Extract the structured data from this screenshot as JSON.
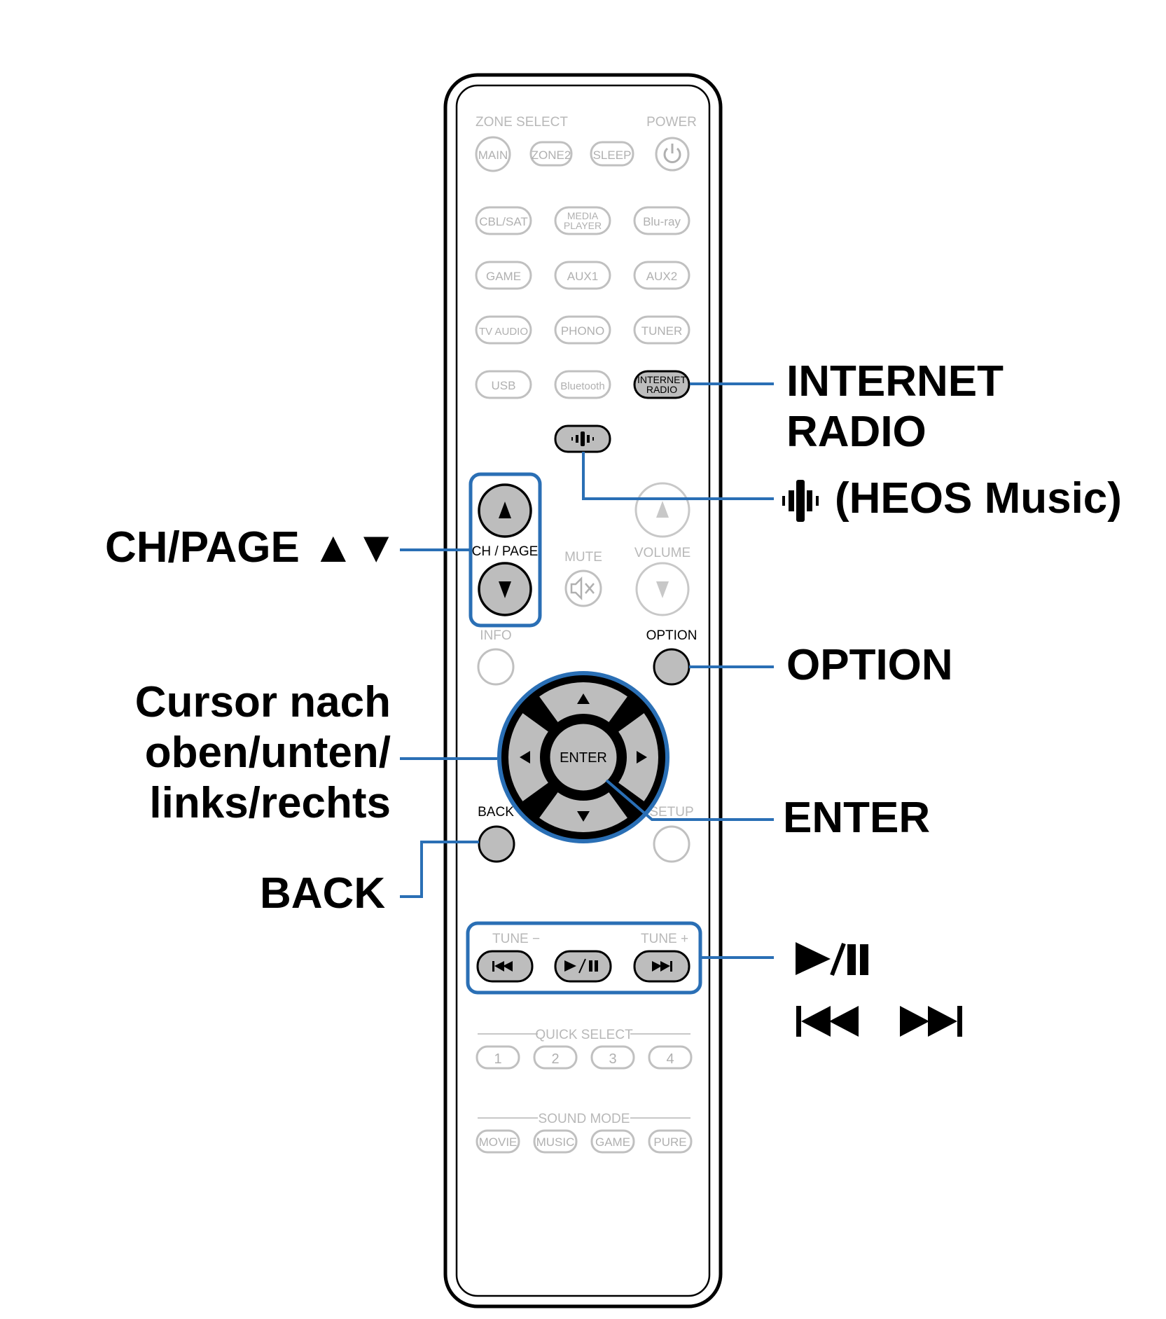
{
  "remote": {
    "zone_select_label": "ZONE SELECT",
    "power_label": "POWER",
    "zone_buttons": [
      "MAIN",
      "ZONE2",
      "SLEEP"
    ],
    "source_rows": [
      [
        {
          "l1": "CBL/SAT"
        },
        {
          "l1": "MEDIA",
          "l2": "PLAYER"
        },
        {
          "l1": "Blu-ray"
        }
      ],
      [
        {
          "l1": "GAME"
        },
        {
          "l1": "AUX1"
        },
        {
          "l1": "AUX2"
        }
      ],
      [
        {
          "l1": "TV AUDIO"
        },
        {
          "l1": "PHONO"
        },
        {
          "l1": "TUNER"
        }
      ],
      [
        {
          "l1": "USB"
        },
        {
          "l1": "Bluetooth"
        },
        {
          "l1": "INTERNET",
          "l2": "RADIO"
        }
      ]
    ],
    "ch_page_label": "CH / PAGE",
    "mute_label": "MUTE",
    "volume_label": "VOLUME",
    "info_label": "INFO",
    "option_label": "OPTION",
    "enter_label": "ENTER",
    "back_label": "BACK",
    "setup_label": "SETUP",
    "tune_minus_label": "TUNE −",
    "tune_plus_label": "TUNE +",
    "quick_select_label": "QUICK SELECT",
    "quick_select_buttons": [
      "1",
      "2",
      "3",
      "4"
    ],
    "sound_mode_label": "SOUND MODE",
    "sound_mode_buttons": [
      "MOVIE",
      "MUSIC",
      "GAME",
      "PURE"
    ]
  },
  "callouts": {
    "internet_radio": [
      "INTERNET",
      "RADIO"
    ],
    "heos_music": "(HEOS Music)",
    "ch_page": "CH/PAGE ▲▼",
    "option": "OPTION",
    "cursor": [
      "Cursor nach",
      "oben/unten/",
      "links/rechts"
    ],
    "enter": "ENTER",
    "back": "BACK",
    "play_pause": "►/❚❚",
    "skip": "◀◀ ▶▶"
  },
  "colors": {
    "callout_blue": "#2a6fb5",
    "highlight_grey": "#bdbdbd",
    "faded_grey": "#b8b8b8"
  }
}
